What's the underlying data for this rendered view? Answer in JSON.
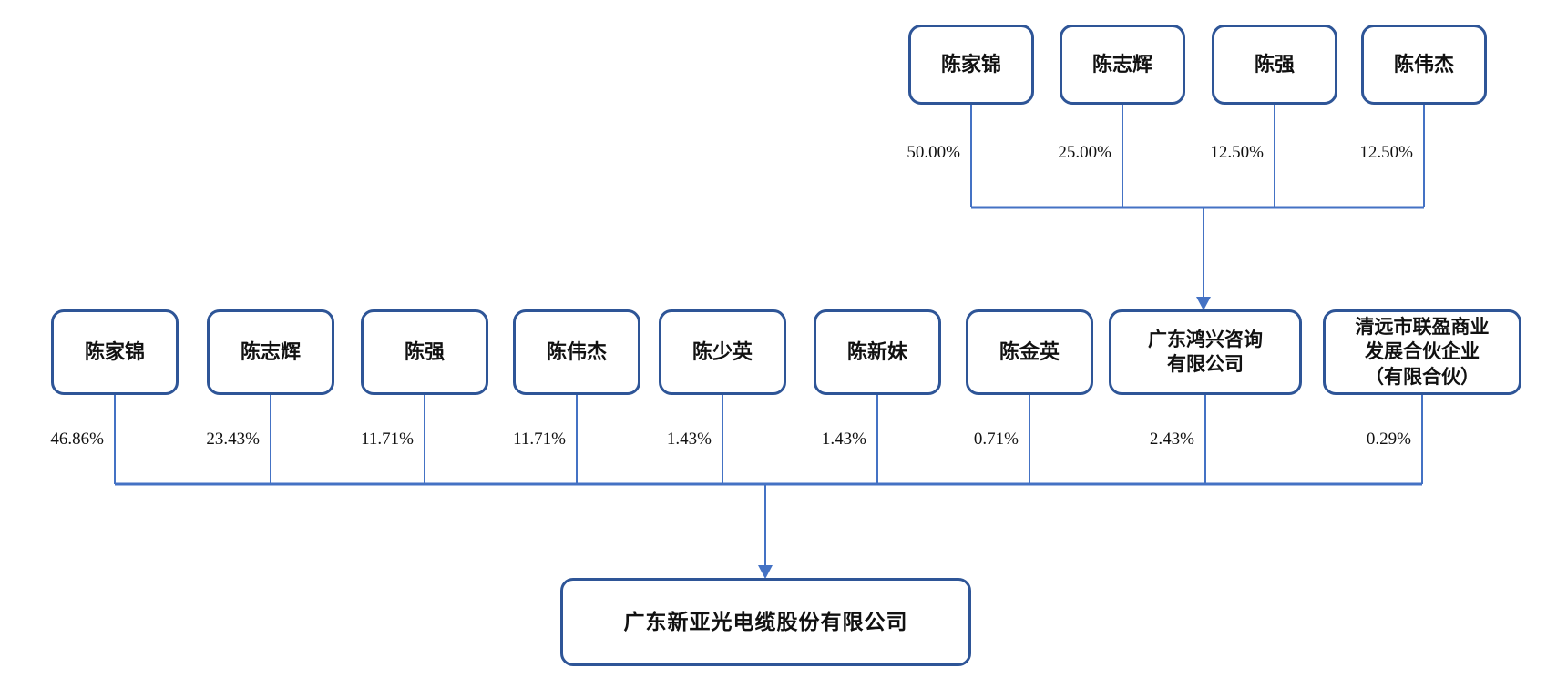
{
  "diagram": {
    "type": "equity-ownership-structure",
    "colors": {
      "box_border": "#2E5597",
      "connector_line": "#4472C4",
      "text": "#111111",
      "background": "#ffffff"
    },
    "top": {
      "shareholders": [
        {
          "label": "陈家锦",
          "percent": "50.00%"
        },
        {
          "label": "陈志辉",
          "percent": "25.00%"
        },
        {
          "label": "陈强",
          "percent": "12.50%"
        },
        {
          "label": "陈伟杰",
          "percent": "12.50%"
        }
      ],
      "target": "广东鸿兴咨询有限公司"
    },
    "middle": {
      "shareholders": [
        {
          "label": "陈家锦",
          "percent": "46.86%"
        },
        {
          "label": "陈志辉",
          "percent": "23.43%"
        },
        {
          "label": "陈强",
          "percent": "11.71%"
        },
        {
          "label": "陈伟杰",
          "percent": "11.71%"
        },
        {
          "label": "陈少英",
          "percent": "1.43%"
        },
        {
          "label": "陈新妹",
          "percent": "1.43%"
        },
        {
          "label": "陈金英",
          "percent": "0.71%"
        },
        {
          "label": "广东鸿兴咨询\n有限公司",
          "percent": "2.43%"
        },
        {
          "label": "清远市联盈商业\n发展合伙企业\n（有限合伙）",
          "percent": "0.29%"
        }
      ]
    },
    "company": {
      "label": "广东新亚光电缆股份有限公司"
    }
  }
}
